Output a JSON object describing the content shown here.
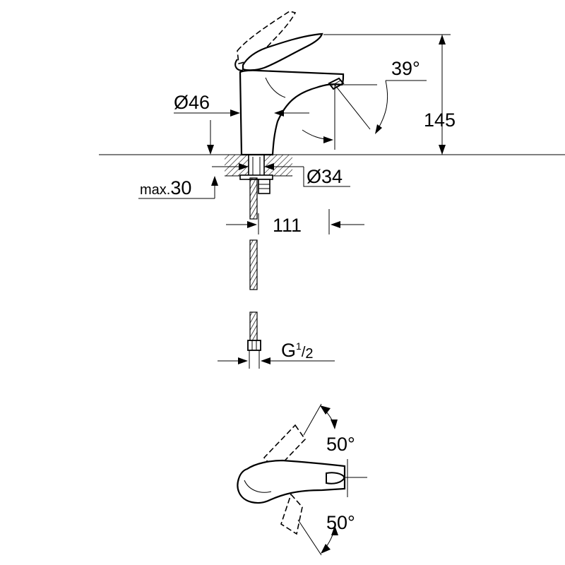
{
  "dimensions": {
    "height": "145",
    "spout_angle": "39°",
    "body_diameter": "Ø46",
    "hole_diameter": "Ø34",
    "max_thickness_prefix": "max.",
    "max_thickness_value": "30",
    "projection": "111",
    "thread": "G",
    "thread_num": "1",
    "thread_sep": "/",
    "thread_den": "2",
    "swing_left": "50°",
    "swing_right": "50°"
  },
  "colors": {
    "line": "#000000",
    "background": "#ffffff"
  }
}
